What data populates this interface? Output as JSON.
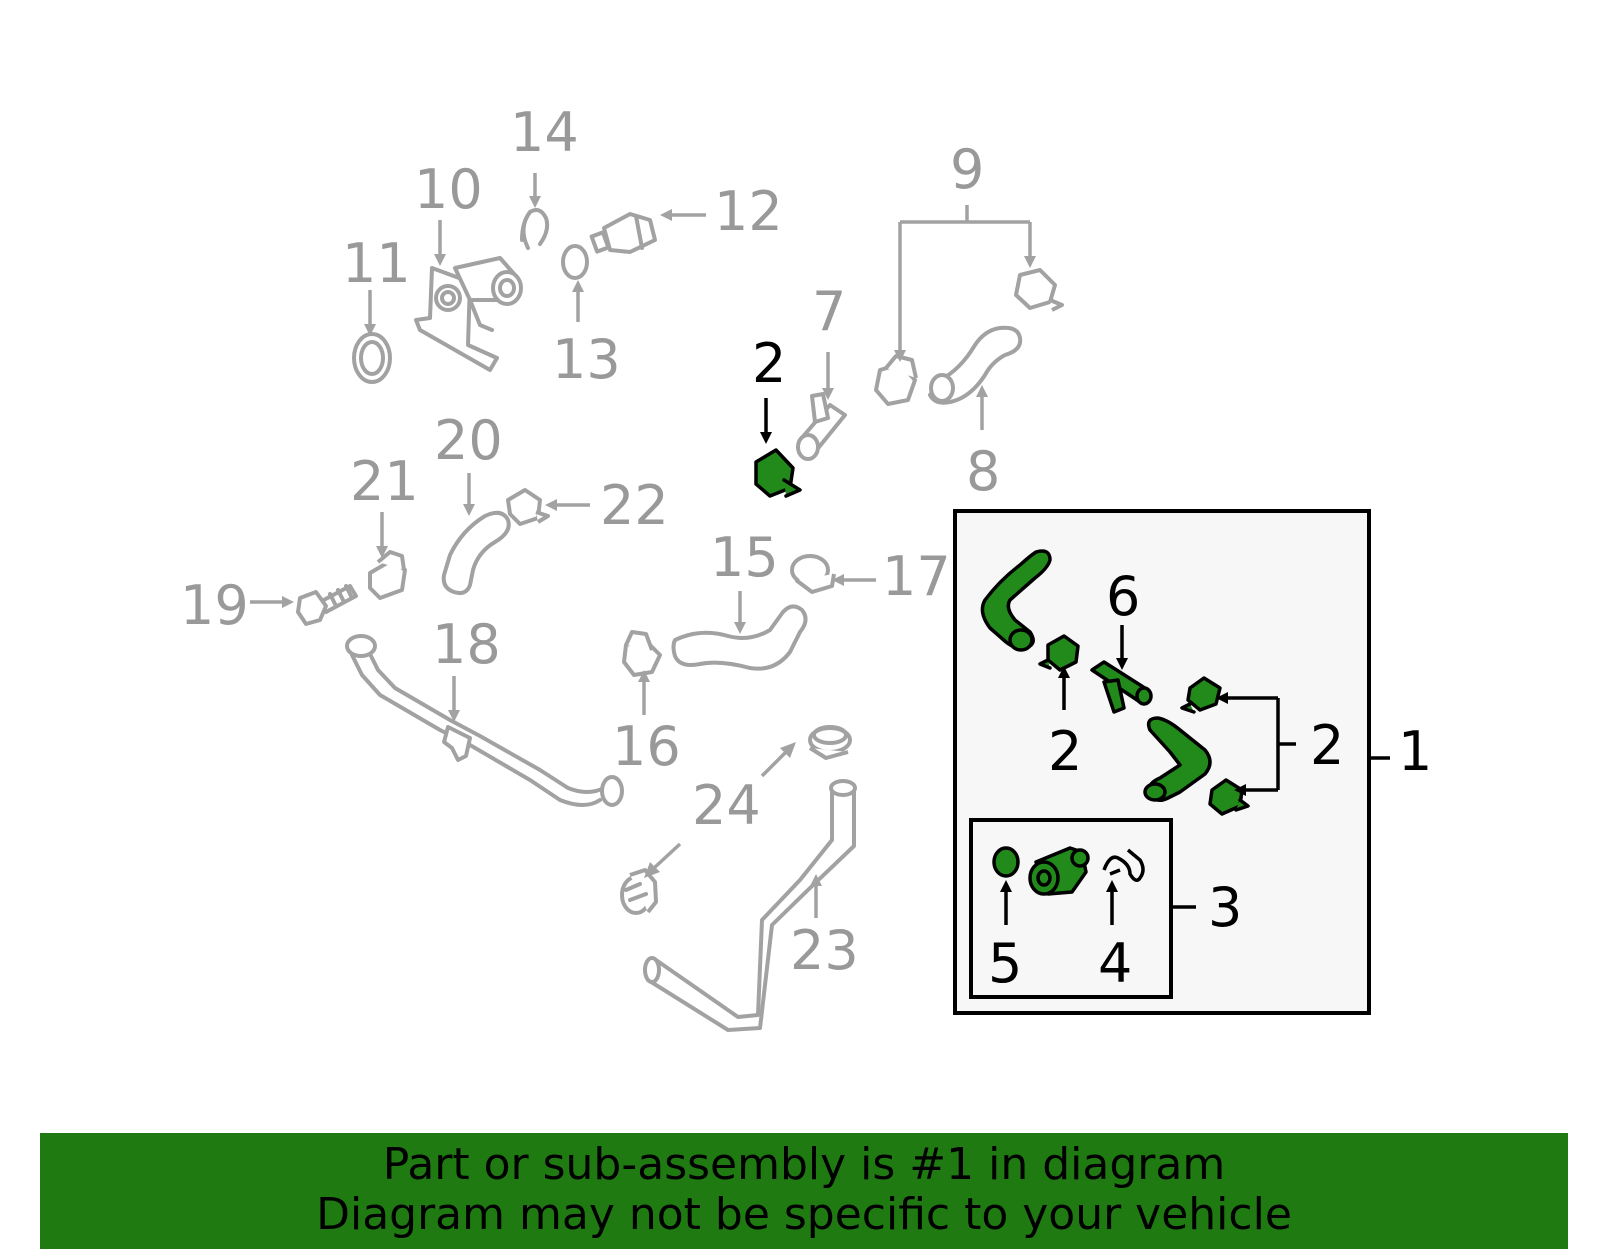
{
  "callouts": {
    "n1": "1",
    "n2_assembly": "2",
    "n2_left": "2",
    "n2_inner": "2",
    "n3": "3",
    "n4": "4",
    "n5": "5",
    "n6": "6",
    "n7": "7",
    "n8": "8",
    "n9": "9",
    "n10": "10",
    "n11": "11",
    "n12": "12",
    "n13": "13",
    "n14": "14",
    "n15": "15",
    "n16": "16",
    "n17": "17",
    "n18": "18",
    "n19": "19",
    "n20": "20",
    "n21": "21",
    "n22": "22",
    "n23": "23",
    "n24": "24"
  },
  "banner": {
    "line1": "Part or sub-assembly is #1 in diagram",
    "line2": "Diagram may not be specific to your vehicle"
  },
  "colors": {
    "highlight": "#218a1a",
    "banner": "#1f7a12",
    "inactive_parts": "#a2a2a2",
    "callout_box_bg": "#f7f7f7"
  }
}
